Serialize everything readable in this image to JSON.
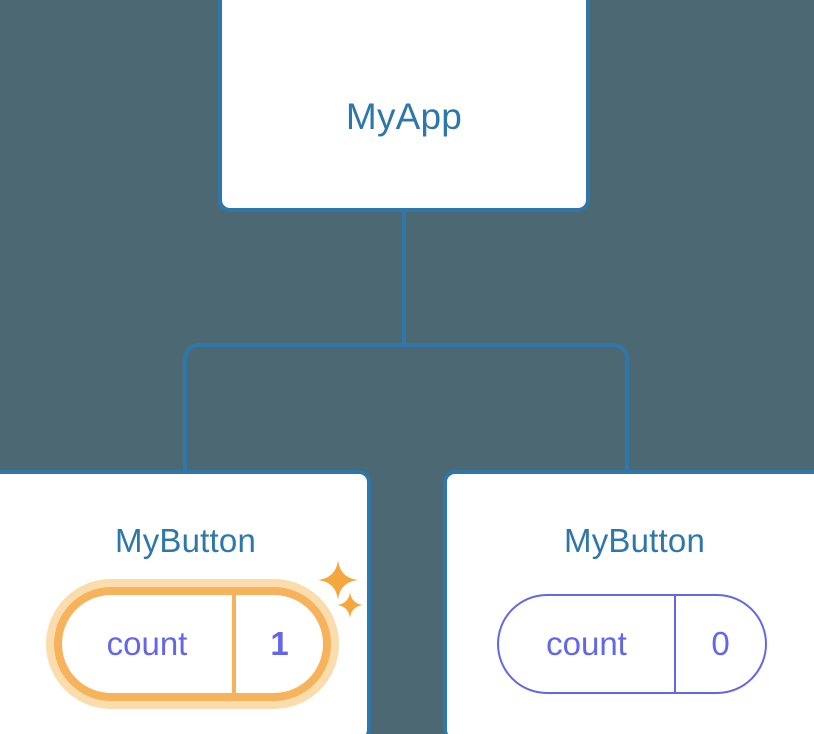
{
  "diagram": {
    "type": "component-tree",
    "background_color": "#4c6873",
    "accent_color": "#2e77a8",
    "highlight_color": "#f7b35c",
    "state_color": "#6366e8",
    "root": {
      "title": "MyApp"
    },
    "children": [
      {
        "title": "MyButton",
        "state": {
          "key": "count",
          "value": "1"
        },
        "highlighted": true,
        "sparkles": [
          "sparkle-large",
          "sparkle-small"
        ]
      },
      {
        "title": "MyButton",
        "state": {
          "key": "count",
          "value": "0"
        },
        "highlighted": false
      }
    ],
    "edges": [
      {
        "from": "MyApp",
        "to": "MyButton (left)"
      },
      {
        "from": "MyApp",
        "to": "MyButton (right)"
      }
    ]
  }
}
